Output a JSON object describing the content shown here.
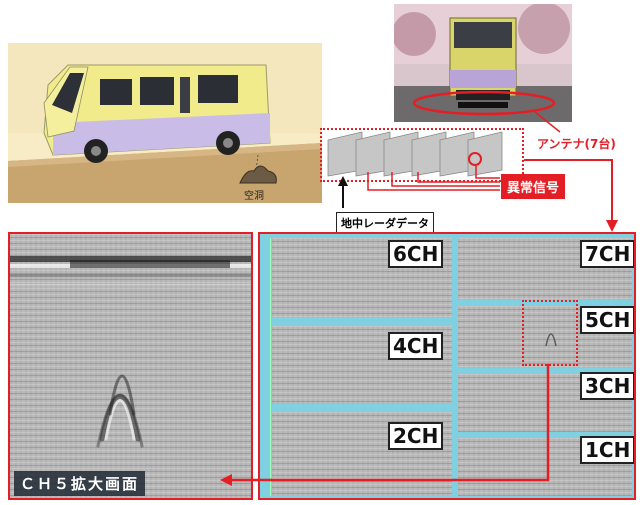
{
  "top_left": {
    "cave_label": "空洞"
  },
  "top_right": {
    "antenna_label": "アンテナ(7台)"
  },
  "strip": {
    "anomaly_label": "異常信号",
    "radar_data_label": "地中レーダデータ"
  },
  "channels": [
    {
      "id": "6CH",
      "label": "6CH"
    },
    {
      "id": "7CH",
      "label": "7CH"
    },
    {
      "id": "5CH",
      "label": "5CH"
    },
    {
      "id": "4CH",
      "label": "4CH"
    },
    {
      "id": "3CH",
      "label": "3CH"
    },
    {
      "id": "2CH",
      "label": "2CH"
    },
    {
      "id": "1CH",
      "label": "1CH"
    }
  ],
  "enlarge_label": "ＣＨ５拡大画面",
  "colors": {
    "accent_red": "#e31e24",
    "cyan_frame": "#7fd0e0"
  }
}
